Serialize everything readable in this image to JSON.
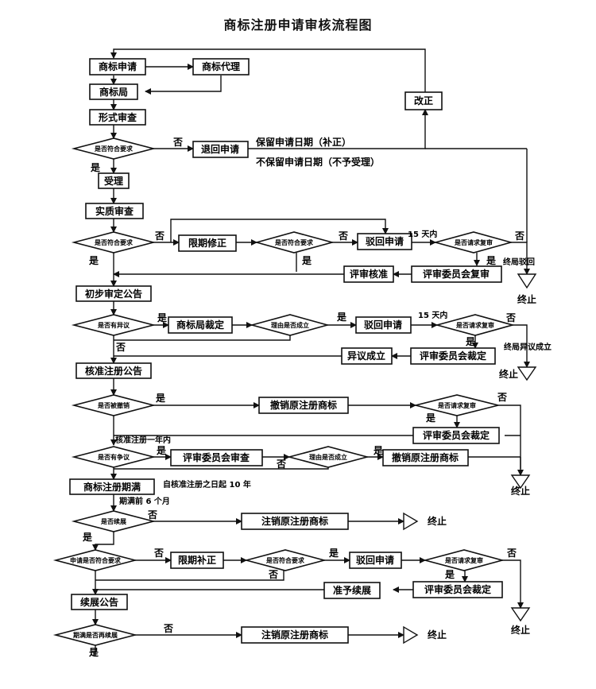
{
  "title": "商标注册申请审核流程图",
  "boxes": {
    "b1": "商标申请",
    "b2": "商标代理",
    "b3": "商标局",
    "b4": "形式审查",
    "b5": "退回申请",
    "b6": "改正",
    "b7": "受理",
    "b8": "实质审查",
    "b9": "限期修正",
    "b10": "驳回申请",
    "b11": "评审核准",
    "b12": "评审委员会复审",
    "b13": "初步审定公告",
    "b14": "商标局裁定",
    "b15": "驳回申请",
    "b16": "异议成立",
    "b17": "评审委员会裁定",
    "b18": "核准注册公告",
    "b19": "撤销原注册商标",
    "b20": "评审委员会裁定",
    "b21": "评审委员会审查",
    "b22": "撤销原注册商标",
    "b23": "商标注册期满",
    "b24": "注销原注册商标",
    "b25": "限期补正",
    "b26": "驳回申请",
    "b27": "准予续展",
    "b28": "评审委员会裁定",
    "b29": "续展公告",
    "b30": "注销原注册商标"
  },
  "diamonds": {
    "d1": "是否符合要求",
    "d2": "是否符合要求",
    "d3": "是否符合要求",
    "d4": "是否请求复审",
    "d5": "是否有异议",
    "d6": "理由是否成立",
    "d7": "是否请求复审",
    "d8": "是否被撤销",
    "d9": "是否请求复审",
    "d10": "是否有争议",
    "d11": "理由是否成立",
    "d12": "是否续展",
    "d13": "申请是否符合要求",
    "d14": "是否符合要求",
    "d15": "是否请求复审",
    "d16": "期满是否再续展"
  },
  "labels": {
    "l1": "否",
    "l2": "是",
    "l3": "保留申请日期（补正）",
    "l4": "不保留申请日期（不予受理）",
    "l5": "否",
    "l6": "是",
    "l7": "否",
    "l8": "是",
    "l9": "15 天内",
    "l10": "否",
    "l11": "是",
    "l12": "终局驳回",
    "l13": "是",
    "l14": "否",
    "l15": "是",
    "l16": "15 天内",
    "l17": "否",
    "l18": "是",
    "l19": "终局异议成立",
    "l20": "是",
    "l21": "否",
    "l22": "是",
    "l23": "核准注册一年内",
    "l24": "是",
    "l25": "否",
    "l26": "是",
    "l27": "自核准注册之日起 10 年",
    "l28": "期满前 6 个月",
    "l29": "否",
    "l30": "是",
    "l31": "否",
    "l32": "是",
    "l33": "否",
    "l34": "否",
    "l35": "是",
    "l36": "否",
    "l37": "是"
  },
  "terminals": {
    "t1": "终止",
    "t2": "终止",
    "t3": "终止",
    "t4": "终止",
    "t5": "终止",
    "t6": "终止"
  }
}
